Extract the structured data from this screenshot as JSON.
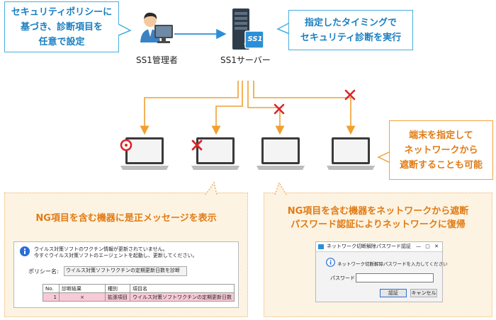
{
  "callouts": {
    "left": [
      "セキュリティポリシーに",
      "基づき、診断項目を",
      "任意で設定"
    ],
    "right": [
      "指定したタイミングで",
      "セキュリティ診断を実行"
    ],
    "bottom_right": [
      "端末を指定して",
      "ネットワークから",
      "遮断することも可能"
    ]
  },
  "nodes": {
    "admin_label": "SS1管理者",
    "server_label": "SS1サーバー",
    "server_badge": "SS1"
  },
  "panel_left": {
    "title": "NG項目を含む機器に是正メッセージを表示",
    "message_line1": "ウイルス対策ソフトのワクチン情報が更新されていません。",
    "message_line2": "今すぐウイルス対策ソフトのエージェントを起動し、更新してください。",
    "policy_label": "ポリシー名:",
    "policy_value": "ウイルス対策ソフトワクチンの定期更新日数を診断",
    "table_headers": [
      "No.",
      "診断結果",
      "種別",
      "項目名"
    ],
    "table_row": [
      "1",
      "×",
      "拡張項目",
      "ウイルス対策ソフトワクチンの定期更新日数"
    ]
  },
  "panel_right": {
    "title_line1": "NG項目を含む機器をネットワークから遮断",
    "title_line2": "パスワード認証によりネットワークに復帰",
    "dialog_title": "ネットワーク切断解除パスワード認証",
    "dialog_message": "ネットワーク切断解除パスワードを入力してください",
    "password_label": "パスワード：",
    "ok_label": "認証",
    "cancel_label": "キャンセル"
  },
  "colors": {
    "blue_border": "#46aee0",
    "blue_text": "#1a7fc1",
    "orange_border": "#f2a13a",
    "orange_text": "#e07c16",
    "panel_bg": "#fdf3e2",
    "server_dark": "#2f3d4a",
    "badge_blue": "#2a8fd6",
    "red_cross": "#d9262c",
    "row_pink": "#f8c9d6"
  }
}
